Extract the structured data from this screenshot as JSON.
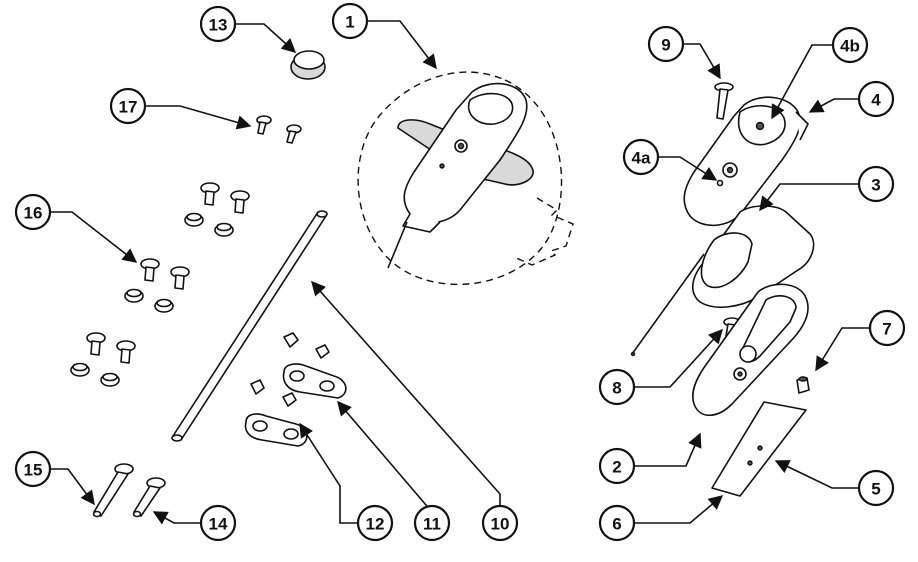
{
  "callouts": {
    "c1": "1",
    "c2": "2",
    "c3": "3",
    "c4": "4",
    "c4a": "4a",
    "c4b": "4b",
    "c5": "5",
    "c6": "6",
    "c7": "7",
    "c8": "8",
    "c9": "9",
    "c10": "10",
    "c11": "11",
    "c12": "12",
    "c13": "13",
    "c14": "14",
    "c15": "15",
    "c16": "16",
    "c17": "17"
  },
  "colors": {
    "line": "#111111",
    "fill_light": "#ffffff",
    "fill_grey": "#d9d9d9",
    "fill_dark": "#555555"
  }
}
